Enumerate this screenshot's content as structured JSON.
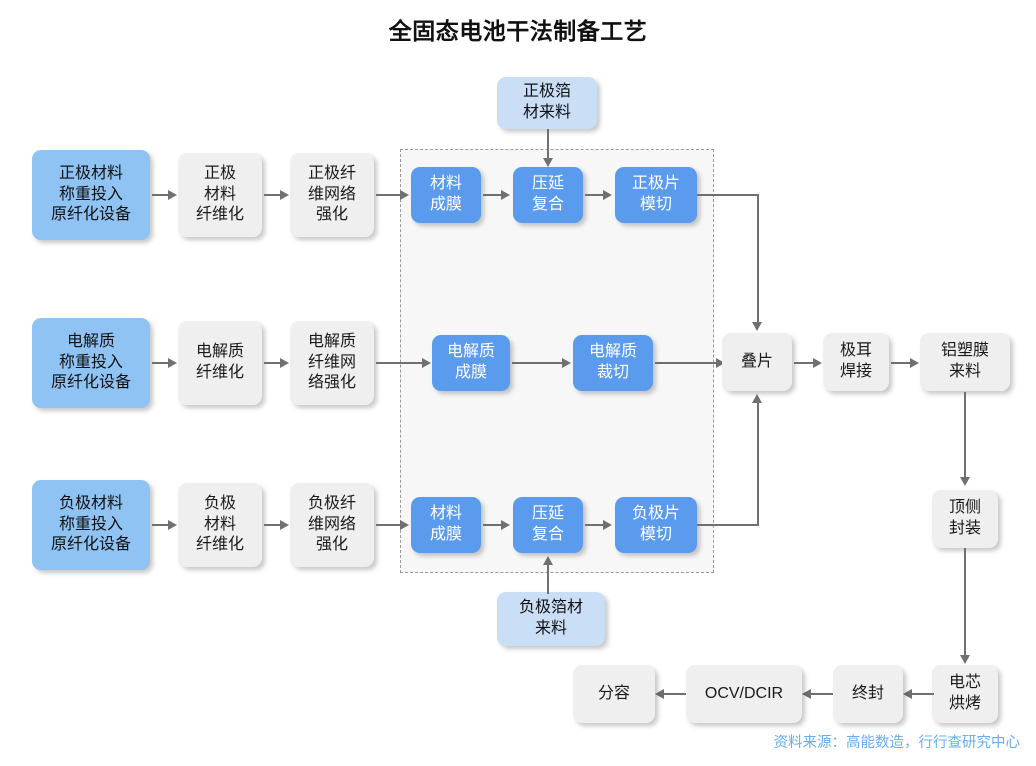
{
  "title": "全固态电池干法制备工艺",
  "source": "资料来源：高能数造，行行查研究中心",
  "colors": {
    "input_blue": "#8fc3f3",
    "process_blue": "#5b9bee",
    "supply_blue": "#cadef5",
    "gray_box": "#efeff0",
    "arrow": "#707070",
    "dashed_border": "#9a9a9a",
    "source_text": "#65aef0",
    "title_text": "#111111"
  },
  "rows": {
    "cathode": {
      "input": "正极材料\n称重投入\n原纤化设备",
      "fiberize": "正极\n材料\n纤维化",
      "reinforce": "正极纤\n维网络\n强化",
      "film": "材料\n成膜",
      "calender": "压延\n复合",
      "diecut": "正极片\n模切",
      "foil_supply": "正极箔\n材来料"
    },
    "electrolyte": {
      "input": "电解质\n称重投入\n原纤化设备",
      "fiberize": "电解质\n纤维化",
      "reinforce": "电解质\n纤维网\n络强化",
      "film": "电解质\n成膜",
      "cut": "电解质\n裁切"
    },
    "anode": {
      "input": "负极材料\n称重投入\n原纤化设备",
      "fiberize": "负极\n材料\n纤维化",
      "reinforce": "负极纤\n维网络\n强化",
      "film": "材料\n成膜",
      "calender": "压延\n复合",
      "diecut": "负极片\n模切",
      "foil_supply": "负极箔材\n来料"
    }
  },
  "assembly": {
    "stacking": "叠片",
    "tab_welding": "极耳\n焊接",
    "alu_film_supply": "铝塑膜\n来料",
    "top_side_sealing": "顶侧\n封装",
    "cell_baking": "电芯\n烘烤",
    "final_sealing": "终封",
    "ocv_dcir": "OCV/DCIR",
    "capacity_grading": "分容"
  }
}
